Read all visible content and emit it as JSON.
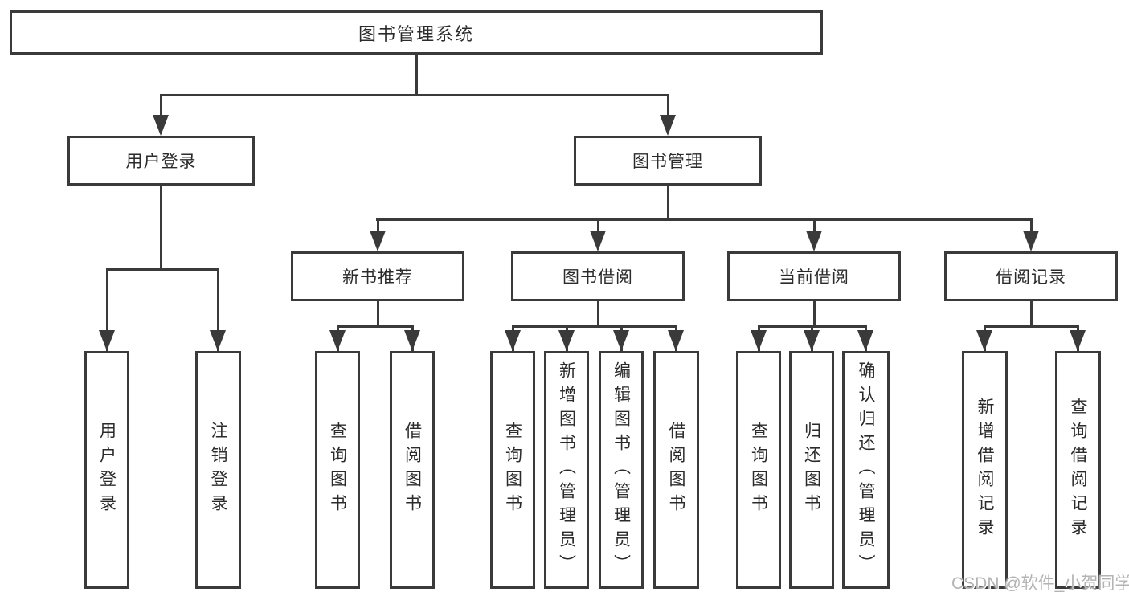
{
  "tree": {
    "root": "图书管理系统",
    "user_login": {
      "label": "用户登录",
      "children": {
        "login": "用户登录",
        "logout": "注销登录"
      }
    },
    "book_management": {
      "label": "图书管理",
      "modules": {
        "new_book_rec": {
          "label": "新书推荐",
          "children": {
            "query": "查询图书",
            "borrow": "借阅图书"
          }
        },
        "book_borrow": {
          "label": "图书借阅",
          "children": {
            "query": "查询图书",
            "add": "新增图书（管理员）",
            "edit": "编辑图书（管理员）",
            "borrow": "借阅图书"
          }
        },
        "current_borrow": {
          "label": "当前借阅",
          "children": {
            "query": "查询图书",
            "return": "归还图书",
            "confirm": "确认归还（管理员）"
          }
        },
        "borrow_record": {
          "label": "借阅记录",
          "children": {
            "add": "新增借阅记录",
            "query": "查询借阅记录"
          }
        }
      }
    }
  },
  "watermark": "CSDN @软件_小贺同学",
  "colors": {
    "line": "#3a3a3a",
    "text": "#2b2b2b",
    "watermark": "#b3b3b3",
    "background": "#ffffff"
  }
}
